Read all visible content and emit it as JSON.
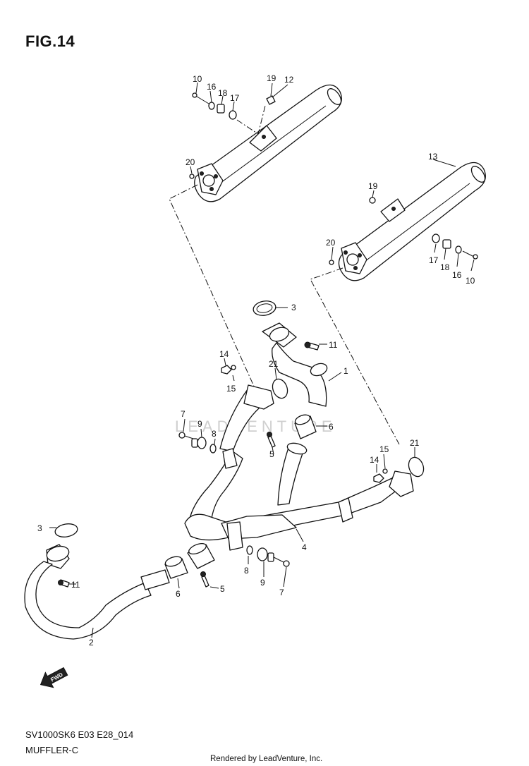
{
  "figure": {
    "title": "FIG.14",
    "model_code": "SV1000SK6 E03 E28_014",
    "section_name": "MUFFLER-C",
    "footer": "Rendered by LeadVenture, Inc.",
    "watermark": "LEADVENTURE"
  },
  "arrow_label": "FWD",
  "callouts": [
    {
      "id": "c12",
      "text": "12"
    },
    {
      "id": "c19a",
      "text": "19"
    },
    {
      "id": "c10a",
      "text": "10"
    },
    {
      "id": "c16a",
      "text": "16"
    },
    {
      "id": "c18a",
      "text": "18"
    },
    {
      "id": "c17a",
      "text": "17"
    },
    {
      "id": "c20a",
      "text": "20"
    },
    {
      "id": "c13",
      "text": "13"
    },
    {
      "id": "c19b",
      "text": "19"
    },
    {
      "id": "c20b",
      "text": "20"
    },
    {
      "id": "c17b",
      "text": "17"
    },
    {
      "id": "c18b",
      "text": "18"
    },
    {
      "id": "c16b",
      "text": "16"
    },
    {
      "id": "c10b",
      "text": "10"
    },
    {
      "id": "c3a",
      "text": "3"
    },
    {
      "id": "c11a",
      "text": "11"
    },
    {
      "id": "c14a",
      "text": "14"
    },
    {
      "id": "c21a",
      "text": "21"
    },
    {
      "id": "c1",
      "text": "1"
    },
    {
      "id": "c15a",
      "text": "15"
    },
    {
      "id": "c7a",
      "text": "7"
    },
    {
      "id": "c9a",
      "text": "9"
    },
    {
      "id": "c8a",
      "text": "8"
    },
    {
      "id": "c6a",
      "text": "6"
    },
    {
      "id": "c5a",
      "text": "5"
    },
    {
      "id": "c15b",
      "text": "15"
    },
    {
      "id": "c21b",
      "text": "21"
    },
    {
      "id": "c14b",
      "text": "14"
    },
    {
      "id": "c3b",
      "text": "3"
    },
    {
      "id": "c4",
      "text": "4"
    },
    {
      "id": "c11b",
      "text": "11"
    },
    {
      "id": "c8b",
      "text": "8"
    },
    {
      "id": "c5b",
      "text": "5"
    },
    {
      "id": "c9b",
      "text": "9"
    },
    {
      "id": "c6b",
      "text": "6"
    },
    {
      "id": "c7b",
      "text": "7"
    },
    {
      "id": "c2",
      "text": "2"
    }
  ]
}
